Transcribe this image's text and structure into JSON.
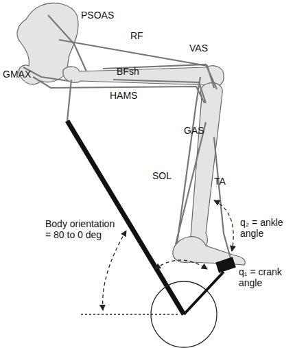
{
  "diagram": {
    "labels": [
      "PSOAS",
      "RF",
      "VAS",
      "GMAX",
      "BFsh",
      "HAMS",
      "GAS",
      "SOL",
      "TA",
      "q₂ = ankle angle",
      "Body orientation = 80 to 0 deg",
      "q₁ = crank angle"
    ]
  }
}
